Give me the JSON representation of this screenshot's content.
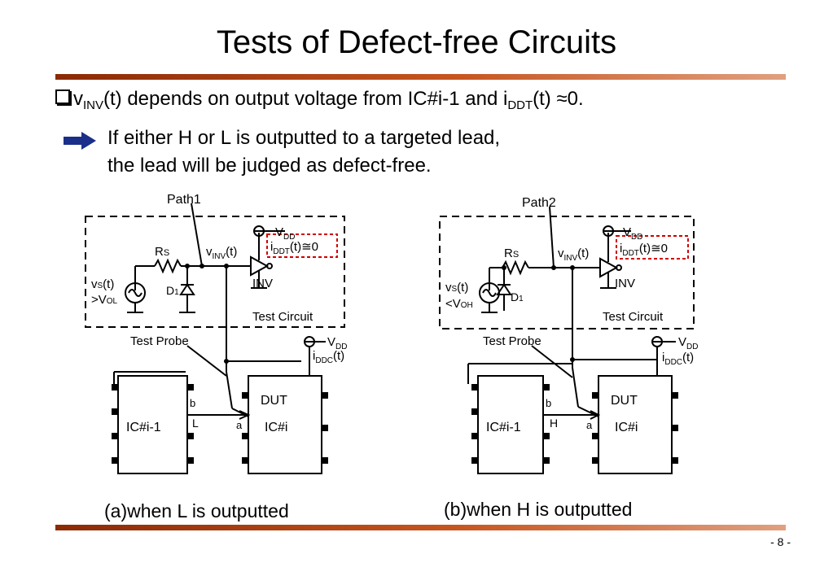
{
  "title": "Tests of Defect-free Circuits",
  "bullet": {
    "part1": "v",
    "sub1": "INV",
    "part2": "(t) depends on output voltage from IC#i-1 and i",
    "sub2": "DDT",
    "part3": "(t) ≈0."
  },
  "sub_point": {
    "line1": "If either H or L is outputted to a targeted lead,",
    "line2": "the lead will be judged as defect-free."
  },
  "diagram_a": {
    "path_label": "Path1",
    "vdd": "V",
    "vdd_sub": "DD",
    "iddt": "i",
    "iddt_sub": "DDT",
    "iddt_rest": "(t)≅0",
    "rs": "R",
    "rs_sub": "S",
    "vinv": "v",
    "vinv_sub": "INV",
    "vinv_rest": "(t)",
    "inv": "INV",
    "vs": "v",
    "vs_sub": "S",
    "vs_rest": "(t)",
    "vs_cond": ">V",
    "vs_cond_sub": "OL",
    "d1": "D",
    "d1_sub": "1",
    "test_circuit": "Test Circuit",
    "test_probe": "Test Probe",
    "vdd2": "V",
    "vdd2_sub": "DD",
    "iddc": "i",
    "iddc_sub": "DDC",
    "iddc_rest": "(t)",
    "ic_prev": "IC#i-1",
    "dut": "DUT",
    "ic_cur": "IC#i",
    "pin_b": "b",
    "pin_a": "a",
    "level": "L",
    "caption": "(a)when L is outputted"
  },
  "diagram_b": {
    "path_label": "Path2",
    "vdd": "V",
    "vdd_sub": "DD",
    "iddt": "i",
    "iddt_sub": "DDT",
    "iddt_rest": "(t)≅0",
    "rs": "R",
    "rs_sub": "S",
    "vinv": "v",
    "vinv_sub": "INV",
    "vinv_rest": "(t)",
    "inv": "INV",
    "vs": "v",
    "vs_sub": "S",
    "vs_rest": "(t)",
    "vs_cond": "<V",
    "vs_cond_sub": "OH",
    "d1": "D",
    "d1_sub": "1",
    "test_circuit": "Test Circuit",
    "test_probe": "Test Probe",
    "vdd2": "V",
    "vdd2_sub": "DD",
    "iddc": "i",
    "iddc_sub": "DDC",
    "iddc_rest": "(t)",
    "ic_prev": "IC#i-1",
    "dut": "DUT",
    "ic_cur": "IC#i",
    "pin_b": "b",
    "pin_a": "a",
    "level": "H",
    "caption": "(b)when H is outputted"
  },
  "page_number": "- 8 -",
  "colors": {
    "accent_bar": "#8b2a05",
    "highlight_box": "#d00000",
    "arrow": "#1a2e8a"
  }
}
